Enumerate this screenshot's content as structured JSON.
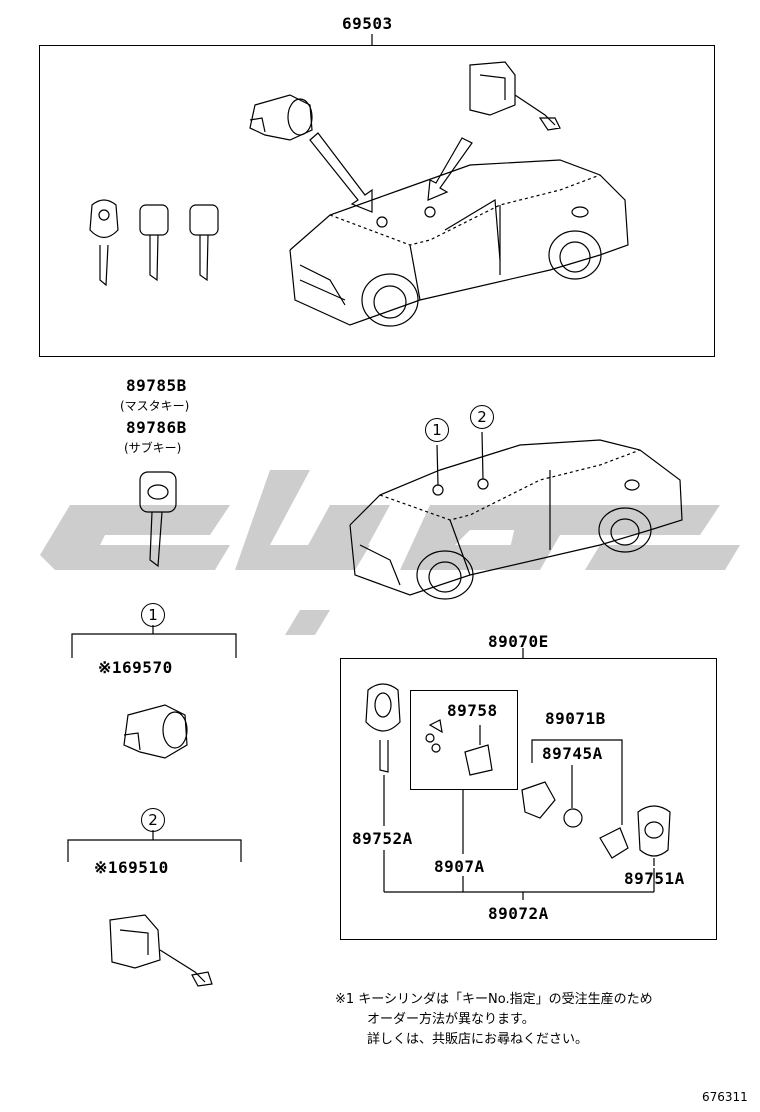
{
  "watermark": {
    "color": "#c8c8c8"
  },
  "assembly_top": {
    "part_no": "69503"
  },
  "keys_section": {
    "master_key_part": "89785B",
    "master_key_note": "(マスタキー)",
    "sub_key_part": "89786B",
    "sub_key_note": "(サブキー)"
  },
  "callouts": {
    "one": "1",
    "two": "2"
  },
  "section_1": {
    "marker": "1",
    "part_no": "※169570"
  },
  "section_2": {
    "marker": "2",
    "part_no": "※169510"
  },
  "transmitter_assembly": {
    "part_no": "89070E",
    "parts": {
      "p89758": "89758",
      "p89071B": "89071B",
      "p89745A": "89745A",
      "p89752A": "89752A",
      "p8907A": "8907A",
      "p89751A": "89751A",
      "p89072A": "89072A"
    }
  },
  "footnote": {
    "line1": "※1 キーシリンダは「キーNo.指定」の受注生産のため",
    "line2": "オーダー方法が異なります。",
    "line3": "詳しくは、共販店にお尋ねください。"
  },
  "illustration_no": "676311"
}
